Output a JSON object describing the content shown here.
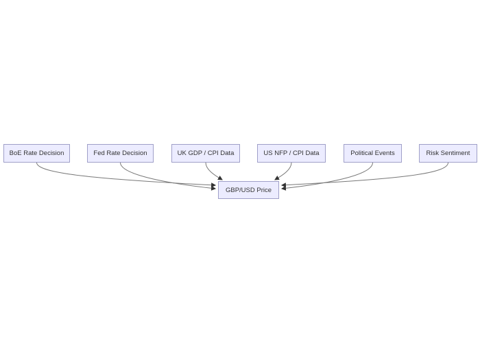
{
  "diagram": {
    "type": "flowchart",
    "direction": "top-down",
    "source_nodes": [
      {
        "id": "boe",
        "label": "BoE Rate Decision"
      },
      {
        "id": "fed",
        "label": "Fed Rate Decision"
      },
      {
        "id": "ukdata",
        "label": "UK GDP / CPI Data"
      },
      {
        "id": "usdata",
        "label": "US NFP / CPI Data"
      },
      {
        "id": "political",
        "label": "Political Events"
      },
      {
        "id": "risk",
        "label": "Risk Sentiment"
      }
    ],
    "target_node": {
      "id": "gbpusd",
      "label": "GBP/USD Price"
    },
    "edges": [
      {
        "from": "BoE Rate Decision",
        "to": "GBP/USD Price"
      },
      {
        "from": "Fed Rate Decision",
        "to": "GBP/USD Price"
      },
      {
        "from": "UK GDP / CPI Data",
        "to": "GBP/USD Price"
      },
      {
        "from": "US NFP / CPI Data",
        "to": "GBP/USD Price"
      },
      {
        "from": "Political Events",
        "to": "GBP/USD Price"
      },
      {
        "from": "Risk Sentiment",
        "to": "GBP/USD Price"
      }
    ],
    "colors": {
      "node_fill": "#ececff",
      "node_border": "#9f9fc8",
      "edge_line": "#777777",
      "arrowhead": "#333333",
      "text": "#333333",
      "background": "#ffffff"
    }
  }
}
